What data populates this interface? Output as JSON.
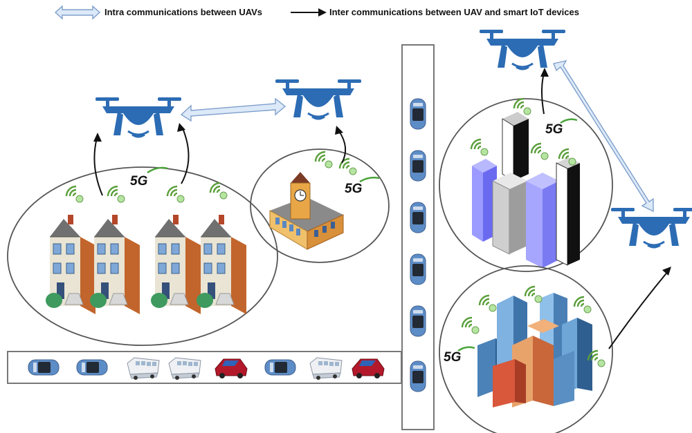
{
  "legend": {
    "intra_label": "Intra communications between UAVs",
    "inter_label": "Inter communications between UAV and smart IoT devices"
  },
  "network_badge": "5G",
  "colors": {
    "drone": "#2c6cb4",
    "intra_arrow": "#dce9f8",
    "intra_arrow_outline": "#7f9fcb",
    "inter_arrow": "#111111",
    "signal": "#5a9f3a",
    "iot_dot": "#b5e5a0",
    "road_outline": "#777777",
    "car_body": "#5d8dc7",
    "cluster_outline": "#555555"
  },
  "icons": {
    "uav": "quadcopter-drone-icon",
    "wifi": "wireless-signal-icon",
    "house": "townhouse-icon",
    "school": "school-building-icon",
    "skyscraper": "skyscraper-icon",
    "city": "city-skyline-icon",
    "car": "car-icon",
    "bus": "bus-icon",
    "red_car": "red-car-icon"
  }
}
